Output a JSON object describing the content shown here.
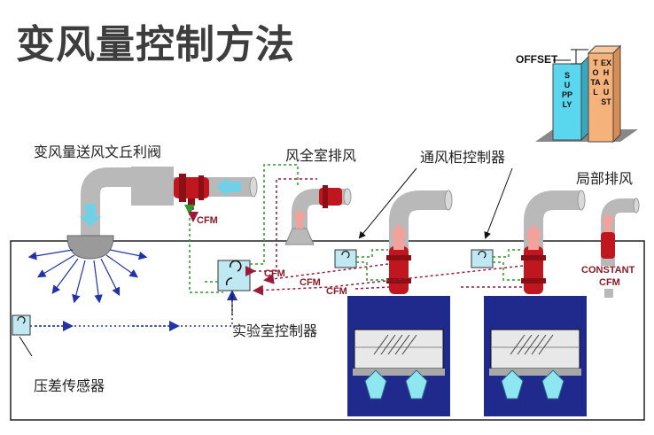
{
  "title": "变风量控制方法",
  "labels": {
    "vav_valve": "变风量送风文丘利阀",
    "general_exhaust": "风全室排风",
    "hood_controller": "通风柜控制器",
    "local_exhaust": "局部排风",
    "lab_controller": "实验室控制器",
    "pressure_sensor": "压差传感器",
    "constant": "CONSTANT",
    "constant_cfm": "CFM",
    "cfm": "CFM"
  },
  "inset": {
    "offset": "OFFSET",
    "supply": "SUPPLY",
    "total_exhaust": [
      "TOTAL",
      "EXHAUST"
    ]
  },
  "colors": {
    "duct": "#b9b9b9",
    "valve": "#c0161f",
    "supply_arrow": "#6fd0e6",
    "exhaust_arrow": "#f2a29a",
    "hood": "#1f2a8c",
    "green_signal": "#2a9a2a",
    "red_signal": "#9a1a3a",
    "blue_signal": "#2233aa",
    "controller": "#bfe8f2",
    "supply_bar": "#5ad7ee",
    "exhaust_bar": "#f5b27a"
  }
}
